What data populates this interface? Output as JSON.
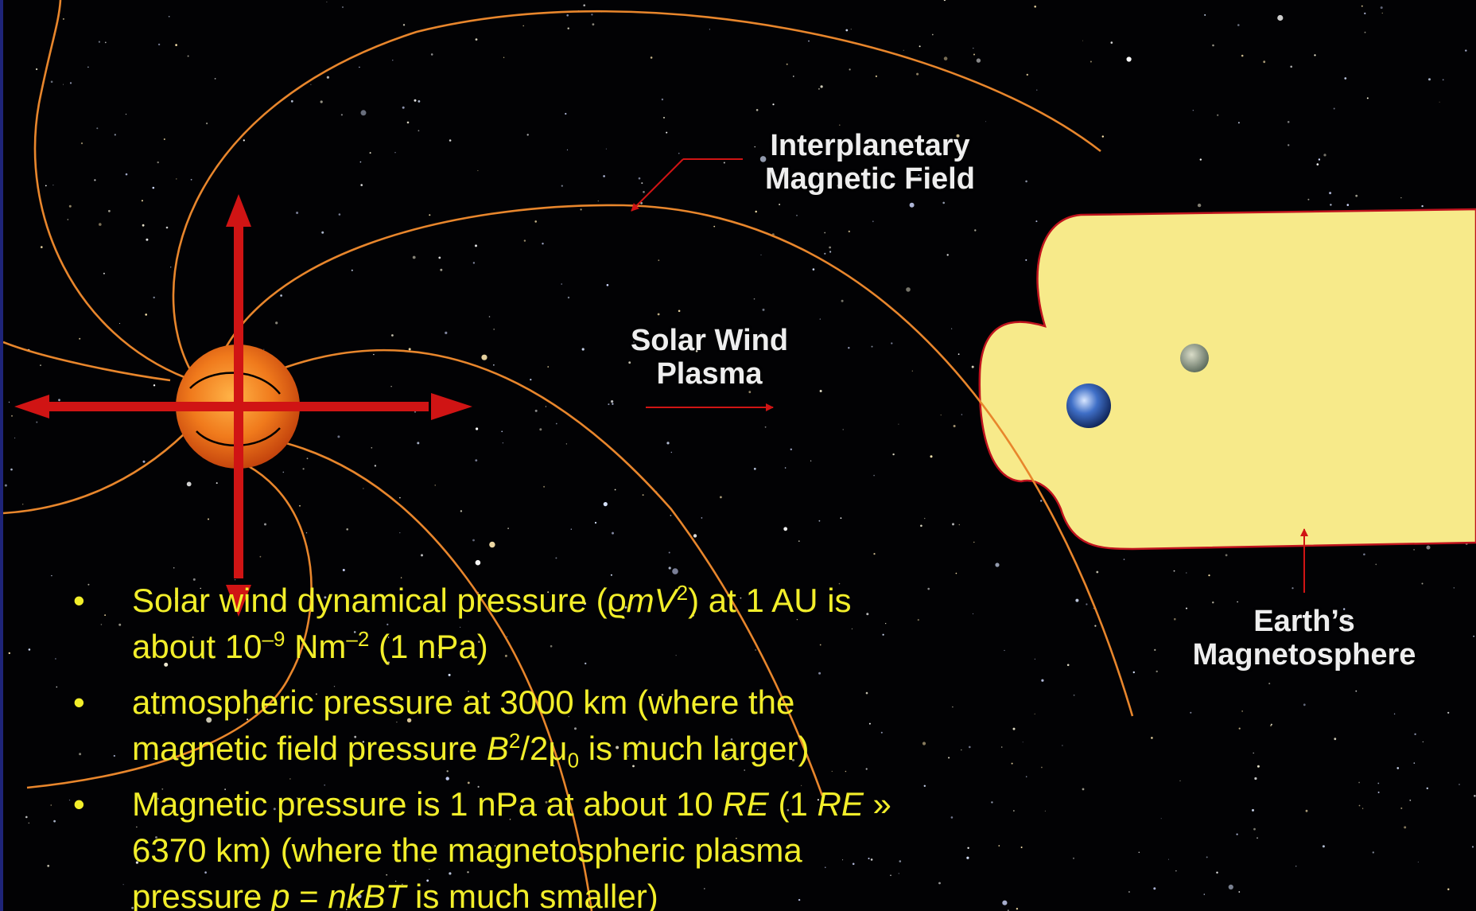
{
  "labels": {
    "imf_line1": "Interplanetary",
    "imf_line2": "Magnetic Field",
    "wind_line1": "Solar Wind",
    "wind_line2": "Plasma",
    "mag_line1": "Earth’s",
    "mag_line2": "Magnetosphere"
  },
  "bullets": {
    "b1": {
      "t1": "Solar wind dynamical pressure (",
      "rho": "ϱ",
      "m": "m",
      "v": "V",
      "sq": "2",
      "t2": ") at 1 AU is",
      "t3": "about 10",
      "e1": "–9",
      "t4": " Nm",
      "e2": "–2",
      "t5": " (1 nPa)"
    },
    "b2": {
      "t1": "atmospheric pressure at 3000 km (where the",
      "t2": "magnetic field pressure ",
      "b": "B",
      "sq": "2",
      "t3": "/2μ",
      "sub0": "0",
      "t4": " is much larger)"
    },
    "b3": {
      "t1": "Magnetic pressure is 1 nPa at about 10 ",
      "re1": "RE",
      "t2": " (1 ",
      "re2": "RE",
      "t3": " »",
      "t4": "6370 km) (where the magnetospheric plasma",
      "t5": "pressure ",
      "p": "p",
      "eq": " = ",
      "nkbt": "nkBT",
      "t6": " is much smaller)"
    },
    "marker": "•"
  },
  "colors": {
    "background": "#020204",
    "frame": "#1e2478",
    "field_lines": "#e8862c",
    "arrows": "#d01414",
    "magnetosphere_fill": "#f7ea8a",
    "magnetosphere_edge": "#c0141e",
    "text": "#f2ee2a",
    "labels": "#eeeeee"
  },
  "icons": {
    "sun": "sun-icon",
    "earth": "earth-icon",
    "moon": "moon-icon"
  }
}
